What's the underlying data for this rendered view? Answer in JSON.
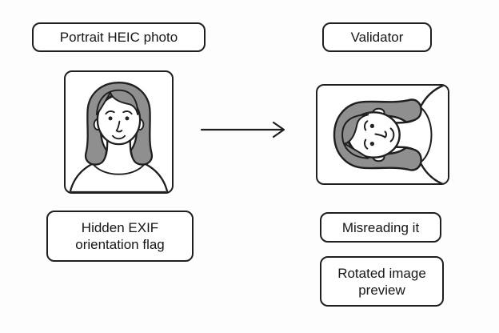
{
  "colors": {
    "line": "#1f1f1f",
    "hair": "#8f8f8f",
    "background": "#fdfdfd",
    "text": "#161616"
  },
  "labels": {
    "source": "Portrait HEIC photo",
    "validator": "Validator",
    "exif_flag": "Hidden EXIF orientation flag",
    "misreading": "Misreading it",
    "rotated_preview": "Rotated image preview"
  },
  "icons": {
    "arrow": "arrow-right-icon",
    "portrait": "woman-portrait-icon",
    "rotated_portrait": "woman-portrait-rotated-90ccw-icon"
  }
}
